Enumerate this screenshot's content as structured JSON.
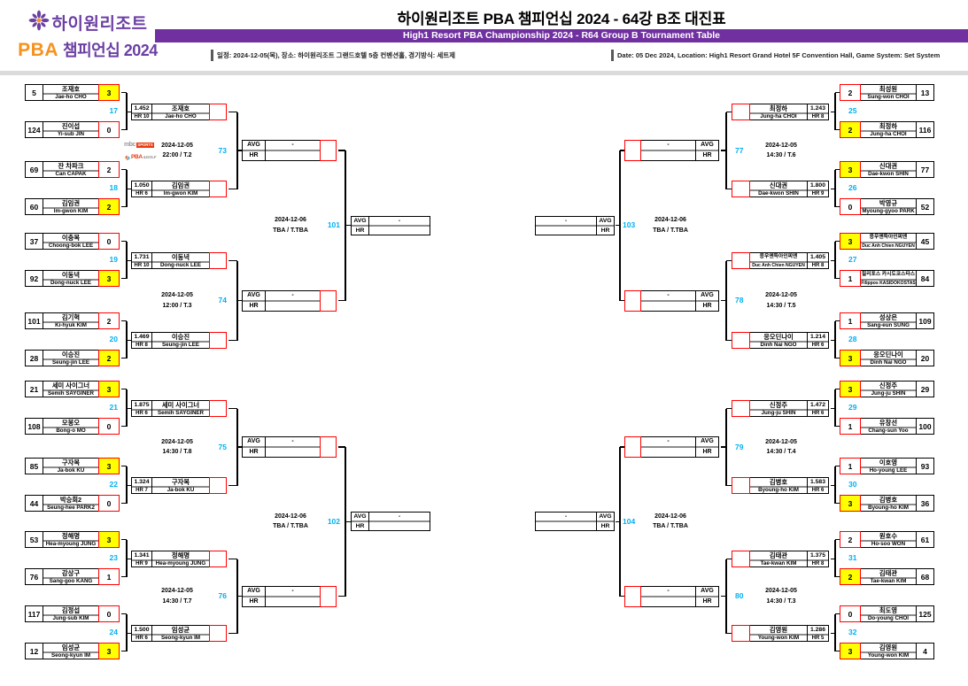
{
  "header": {
    "title": "하이원리조트 PBA 챔피언십 2024 - 64강 B조 대진표",
    "subtitle": "High1 Resort PBA Championship 2024 - R64 Group B Tournament Table",
    "schedule_ko": "일정: 2024-12-05(목), 장소: 하이원리조트 그랜드호텔 5층 컨벤션홀, 경기방식: 세트제",
    "schedule_en": "Date: 05 Dec 2024, Location: High1 Resort Grand Hotel 5F Convention Hall, Game System: Set System",
    "logo": {
      "line1": "하이원리조트",
      "pba": "PBA",
      "rest": "챔피언십 2024"
    }
  },
  "broadcast_logo": {
    "mbc": "mbc",
    "sports": "SPORTS",
    "pba": "PBA",
    "golf": "&GOLF"
  },
  "colors": {
    "purple": "#7030A0",
    "logo_purple": "#6B3FA3",
    "orange": "#F6921E",
    "accent": "#00B0F0",
    "win": "#FFFF00",
    "red": "#FF0000"
  },
  "bracket": {
    "labels": {
      "avg": "AVG",
      "hr": "HR",
      "dash": "-"
    },
    "left": {
      "quadrants": [
        {
          "pairs": [
            {
              "no": "17",
              "top": {
                "seed": "5",
                "kr": "조재호",
                "en": "Jae-ho CHO",
                "score": "3",
                "win": true
              },
              "bot": {
                "seed": "124",
                "kr": "진이섭",
                "en": "Yi-sub JIN",
                "score": "0",
                "win": false
              },
              "adv": {
                "avg": "1.452",
                "hr": "HR 10",
                "kr": "조재호",
                "en": "Jae-ho CHO"
              }
            },
            {
              "no": "18",
              "top": {
                "seed": "69",
                "kr": "잔 차파크",
                "en": "Can CAPAK",
                "score": "2",
                "win": false
              },
              "bot": {
                "seed": "60",
                "kr": "김임권",
                "en": "Im-gwon KIM",
                "score": "2",
                "win": true
              },
              "adv": {
                "avg": "1.050",
                "hr": "HR 6",
                "kr": "김임권",
                "en": "Im-gwon KIM"
              }
            },
            {
              "no": "19",
              "top": {
                "seed": "37",
                "kr": "이충복",
                "en": "Choong-bok LEE",
                "score": "0",
                "win": false
              },
              "bot": {
                "seed": "92",
                "kr": "이동녁",
                "en": "Dong-nuck LEE",
                "score": "3",
                "win": true
              },
              "adv": {
                "avg": "1.731",
                "hr": "HR 10",
                "kr": "이동녁",
                "en": "Dong-nuck LEE"
              }
            },
            {
              "no": "20",
              "top": {
                "seed": "101",
                "kr": "김기혁",
                "en": "Ki-hyuk KIM",
                "score": "2",
                "win": false
              },
              "bot": {
                "seed": "28",
                "kr": "이승진",
                "en": "Seung-jin LEE",
                "score": "2",
                "win": true
              },
              "adv": {
                "avg": "1.469",
                "hr": "HR 8",
                "kr": "이승진",
                "en": "Seung-jin LEE"
              }
            }
          ],
          "r32": [
            {
              "no": "73",
              "date": "2024-12-05",
              "time": "22:00 / T.2",
              "tv": true
            },
            {
              "no": "74",
              "date": "2024-12-05",
              "time": "12:00 / T.3"
            }
          ],
          "r16": {
            "no": "101",
            "date": "2024-12-06",
            "time": "TBA / T.TBA"
          }
        },
        {
          "pairs": [
            {
              "no": "21",
              "top": {
                "seed": "21",
                "kr": "세미 사이그너",
                "en": "Semih SAYGINER",
                "score": "3",
                "win": true
              },
              "bot": {
                "seed": "108",
                "kr": "모봉오",
                "en": "Bong-o MO",
                "score": "0",
                "win": false
              },
              "adv": {
                "avg": "1.875",
                "hr": "HR 6",
                "kr": "세미 사이그너",
                "en": "Semih SAYGINER"
              }
            },
            {
              "no": "22",
              "top": {
                "seed": "85",
                "kr": "구자복",
                "en": "Ja-bok KU",
                "score": "3",
                "win": true
              },
              "bot": {
                "seed": "44",
                "kr": "박승희2",
                "en": "Seung-hee PARK2",
                "score": "0",
                "win": false
              },
              "adv": {
                "avg": "1.324",
                "hr": "HR 7",
                "kr": "구자복",
                "en": "Ja-bok KU"
              }
            },
            {
              "no": "23",
              "top": {
                "seed": "53",
                "kr": "정해명",
                "en": "Hea-myoung JUNG",
                "score": "3",
                "win": true
              },
              "bot": {
                "seed": "76",
                "kr": "강상구",
                "en": "Sang-goo KANG",
                "score": "1",
                "win": false
              },
              "adv": {
                "avg": "1.341",
                "hr": "HR 9",
                "kr": "정해명",
                "en": "Hea-myoung JUNG"
              }
            },
            {
              "no": "24",
              "top": {
                "seed": "117",
                "kr": "김정섭",
                "en": "Jung-sub KIM",
                "score": "0",
                "win": false
              },
              "bot": {
                "seed": "12",
                "kr": "임성균",
                "en": "Seong-kyun IM",
                "score": "3",
                "win": true
              },
              "adv": {
                "avg": "1.500",
                "hr": "HR 6",
                "kr": "임성균",
                "en": "Seong-kyun IM"
              }
            }
          ],
          "r32": [
            {
              "no": "75",
              "date": "2024-12-05",
              "time": "14:30 / T.8"
            },
            {
              "no": "76",
              "date": "2024-12-05",
              "time": "14:30 / T.7"
            }
          ],
          "r16": {
            "no": "102",
            "date": "2024-12-06",
            "time": "TBA / T.TBA"
          }
        }
      ]
    },
    "right": {
      "quadrants": [
        {
          "pairs": [
            {
              "no": "25",
              "top": {
                "seed": "13",
                "kr": "최성원",
                "en": "Sung-won CHOI",
                "score": "2",
                "win": false
              },
              "bot": {
                "seed": "116",
                "kr": "최정하",
                "en": "Jung-ha CHOI",
                "score": "2",
                "win": true
              },
              "adv": {
                "avg": "1.243",
                "hr": "HR 8",
                "kr": "최정하",
                "en": "Jung-ha CHOI"
              }
            },
            {
              "no": "26",
              "top": {
                "seed": "77",
                "kr": "신대권",
                "en": "Dae-kwon SHIN",
                "score": "3",
                "win": true
              },
              "bot": {
                "seed": "52",
                "kr": "박영규",
                "en": "Myoung-gyoo PARK",
                "score": "0",
                "win": false
              },
              "adv": {
                "avg": "1.800",
                "hr": "HR 9",
                "kr": "신대권",
                "en": "Dae-kwon SHIN"
              }
            },
            {
              "no": "27",
              "top": {
                "seed": "45",
                "kr": "응우옌득아인찌엔",
                "en": "Duc Anh Chien NGUYEN",
                "score": "3",
                "win": true
              },
              "bot": {
                "seed": "84",
                "kr": "필리포스 카시도코스타스",
                "en": "Filippos KASIDOKOSTAS",
                "score": "1",
                "win": false
              },
              "adv": {
                "avg": "1.405",
                "hr": "HR 8",
                "kr": "응우옌득아인찌엔",
                "en": "Duc Anh Chien NGUYEN"
              }
            },
            {
              "no": "28",
              "top": {
                "seed": "109",
                "kr": "성상은",
                "en": "Sang-eun SUNG",
                "score": "1",
                "win": false
              },
              "bot": {
                "seed": "20",
                "kr": "응오딘나이",
                "en": "Dinh Nai NGO",
                "score": "3",
                "win": true
              },
              "adv": {
                "avg": "1.214",
                "hr": "HR 6",
                "kr": "응오딘나이",
                "en": "Dinh Nai NGO"
              }
            }
          ],
          "r32": [
            {
              "no": "77",
              "date": "2024-12-05",
              "time": "14:30 / T.6"
            },
            {
              "no": "78",
              "date": "2024-12-05",
              "time": "14:30 / T.5"
            }
          ],
          "r16": {
            "no": "103",
            "date": "2024-12-06",
            "time": "TBA / T.TBA"
          }
        },
        {
          "pairs": [
            {
              "no": "29",
              "top": {
                "seed": "29",
                "kr": "신정주",
                "en": "Jung-ju SHIN",
                "score": "3",
                "win": true
              },
              "bot": {
                "seed": "100",
                "kr": "유창선",
                "en": "Chang-sun Yoo",
                "score": "1",
                "win": false
              },
              "adv": {
                "avg": "1.472",
                "hr": "HR 6",
                "kr": "신정주",
                "en": "Jung-ju SHIN"
              }
            },
            {
              "no": "30",
              "top": {
                "seed": "93",
                "kr": "이호영",
                "en": "Ho-young LEE",
                "score": "1",
                "win": false
              },
              "bot": {
                "seed": "36",
                "kr": "김병호",
                "en": "Byoung-ho KIM",
                "score": "3",
                "win": true
              },
              "adv": {
                "avg": "1.583",
                "hr": "HR 6",
                "kr": "김병호",
                "en": "Byoung-ho KIM"
              }
            },
            {
              "no": "31",
              "top": {
                "seed": "61",
                "kr": "원호수",
                "en": "Ho-soo WON",
                "score": "2",
                "win": false
              },
              "bot": {
                "seed": "68",
                "kr": "김태관",
                "en": "Tae-kwan KIM",
                "score": "2",
                "win": true
              },
              "adv": {
                "avg": "1.375",
                "hr": "HR 8",
                "kr": "김태관",
                "en": "Tae-kwan KIM"
              }
            },
            {
              "no": "32",
              "top": {
                "seed": "125",
                "kr": "최도영",
                "en": "Do-young CHOI",
                "score": "0",
                "win": false
              },
              "bot": {
                "seed": "4",
                "kr": "김영원",
                "en": "Young-won KIM",
                "score": "3",
                "win": true
              },
              "adv": {
                "avg": "1.286",
                "hr": "HR 5",
                "kr": "김영원",
                "en": "Young-won KIM"
              }
            }
          ],
          "r32": [
            {
              "no": "79",
              "date": "2024-12-05",
              "time": "14:30 / T.4"
            },
            {
              "no": "80",
              "date": "2024-12-05",
              "time": "14:30 / T.3"
            }
          ],
          "r16": {
            "no": "104",
            "date": "2024-12-06",
            "time": "TBA / T.TBA"
          }
        }
      ]
    }
  }
}
